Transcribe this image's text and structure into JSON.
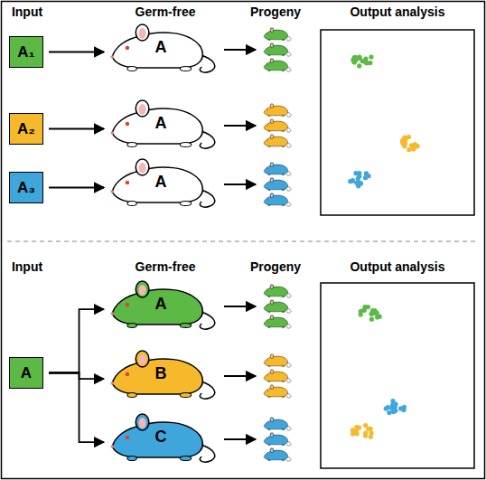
{
  "diagram": {
    "nodes": [
      {
        "text": [
          "A₁"
        ]
      },
      {
        "text": [
          "A"
        ]
      },
      {
        "text": [
          "A₂"
        ]
      },
      {
        "text": [
          "A"
        ]
      },
      {
        "text": [
          "A₃"
        ]
      },
      {
        "text": [
          "A"
        ]
      },
      {
        "text": [
          "A"
        ]
      },
      {
        "text": [
          "A"
        ]
      },
      {
        "text": [
          "B"
        ]
      },
      {
        "text": [
          "C"
        ]
      }
    ],
    "edges": [
      {
        "from": 0,
        "to": 1,
        "arrow": "to"
      },
      {
        "from": 2,
        "to": 3,
        "arrow": "to"
      },
      {
        "from": 4,
        "to": 5,
        "arrow": "to"
      },
      {
        "from": 6,
        "to": 7,
        "arrow": "to"
      },
      {
        "from": 6,
        "to": 8,
        "arrow": "to"
      },
      {
        "from": 6,
        "to": 9,
        "arrow": "to"
      }
    ],
    "labels": [
      "Input",
      "Germ-free",
      "Progeny",
      "Output analysis",
      "Input",
      "Germ-free",
      "Progeny",
      "Output analysis"
    ]
  }
}
